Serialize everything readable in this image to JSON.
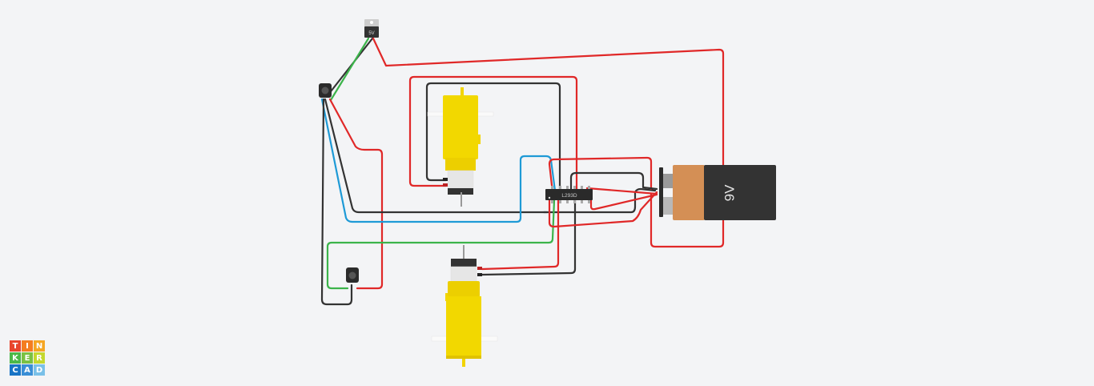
{
  "app": {
    "name": "Tinkercad",
    "logo_letters": [
      "T",
      "I",
      "N",
      "K",
      "E",
      "R",
      "C",
      "A",
      "D"
    ],
    "logo_colors": [
      "#e8452c",
      "#f47d20",
      "#f5a623",
      "#4cb848",
      "#7ac143",
      "#c4d82e",
      "#1874c5",
      "#3a8ed6",
      "#79c0e8"
    ]
  },
  "circuit": {
    "regulator": {
      "label": "5V"
    },
    "driver_ic": {
      "label": "L293D"
    },
    "battery": {
      "label": "9V",
      "colors": {
        "body": "#333333",
        "cap": "#d4894f"
      }
    },
    "motors": [
      {
        "name": "motor-top"
      },
      {
        "name": "motor-bottom"
      }
    ],
    "sensors": [
      {
        "name": "sensor-top"
      },
      {
        "name": "sensor-bottom"
      }
    ],
    "wire_colors": {
      "red": "#e02828",
      "black": "#333333",
      "blue": "#1e9ad6",
      "green": "#3cb44b"
    }
  }
}
